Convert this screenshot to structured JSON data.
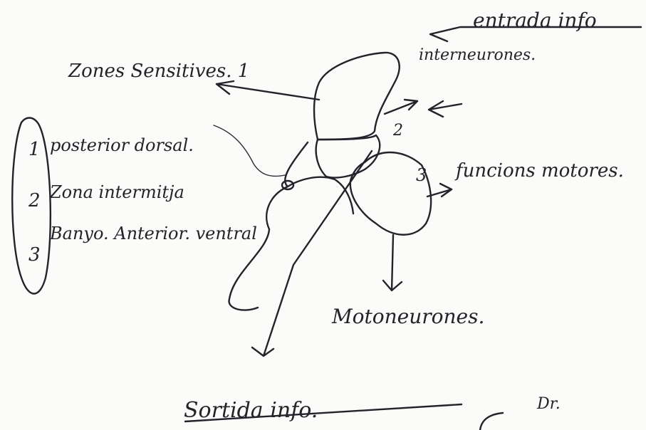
{
  "colors": {
    "ink": "#23232b",
    "paper": "#fbfbf9"
  },
  "annotations": {
    "zones_sensitives": "Zones Sensitives. 1",
    "entrada_info": "entrada info",
    "interneurones": "interneurones.",
    "legend_1": "posterior dorsal.",
    "legend_2": "Zona intermitja",
    "legend_3": "Banyo. Anterior. ventral",
    "num_1": "1",
    "num_2": "2",
    "num_3": "3",
    "label_2": "2",
    "label_3": "3",
    "funcions_motores": "funcions motores.",
    "motoneurones": "Motoneurones.",
    "sortida_info": "Sortida info.",
    "dr": "Dr."
  }
}
